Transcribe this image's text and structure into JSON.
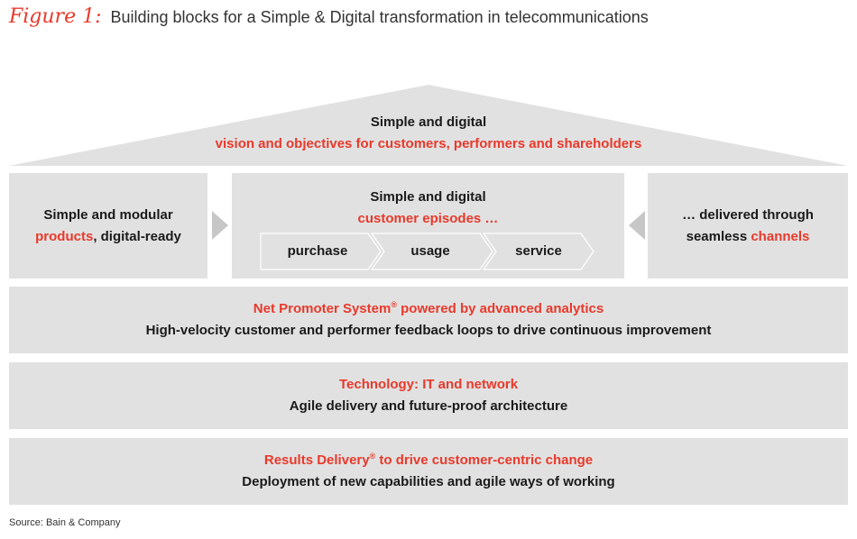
{
  "figure": {
    "label": "Figure 1:",
    "title": "Building blocks for a Simple & Digital transformation in telecommunications"
  },
  "roof": {
    "line1": "Simple and digital",
    "line2": "vision and objectives for customers, performers and shareholders"
  },
  "pillars": {
    "left": {
      "line1": "Simple and modular",
      "line2_red": "products",
      "line2_rest": ", digital-ready"
    },
    "middle": {
      "line1": "Simple and digital",
      "line2": "customer episodes …",
      "steps": [
        "purchase",
        "usage",
        "service"
      ]
    },
    "right": {
      "line1": "… delivered through",
      "line2_dark": "seamless ",
      "line2_red": "channels"
    }
  },
  "bands": [
    {
      "title": "Net Promoter System",
      "title_sup": "®",
      "title_rest": " powered by advanced analytics",
      "subtitle": "High-velocity customer and performer feedback loops to drive continuous improvement"
    },
    {
      "title": "Technology: IT and network",
      "title_sup": "",
      "title_rest": "",
      "subtitle": "Agile delivery and future-proof architecture"
    },
    {
      "title": "Results Delivery",
      "title_sup": "®",
      "title_rest": " to drive customer-centric change",
      "subtitle": "Deployment of new capabilities and agile ways of working"
    }
  ],
  "source": "Source: Bain & Company",
  "colors": {
    "accent": "#e8392b",
    "box_fill": "#e1e1e1",
    "arrow_fill": "#c7c7c7",
    "text": "#1a1a1a"
  }
}
